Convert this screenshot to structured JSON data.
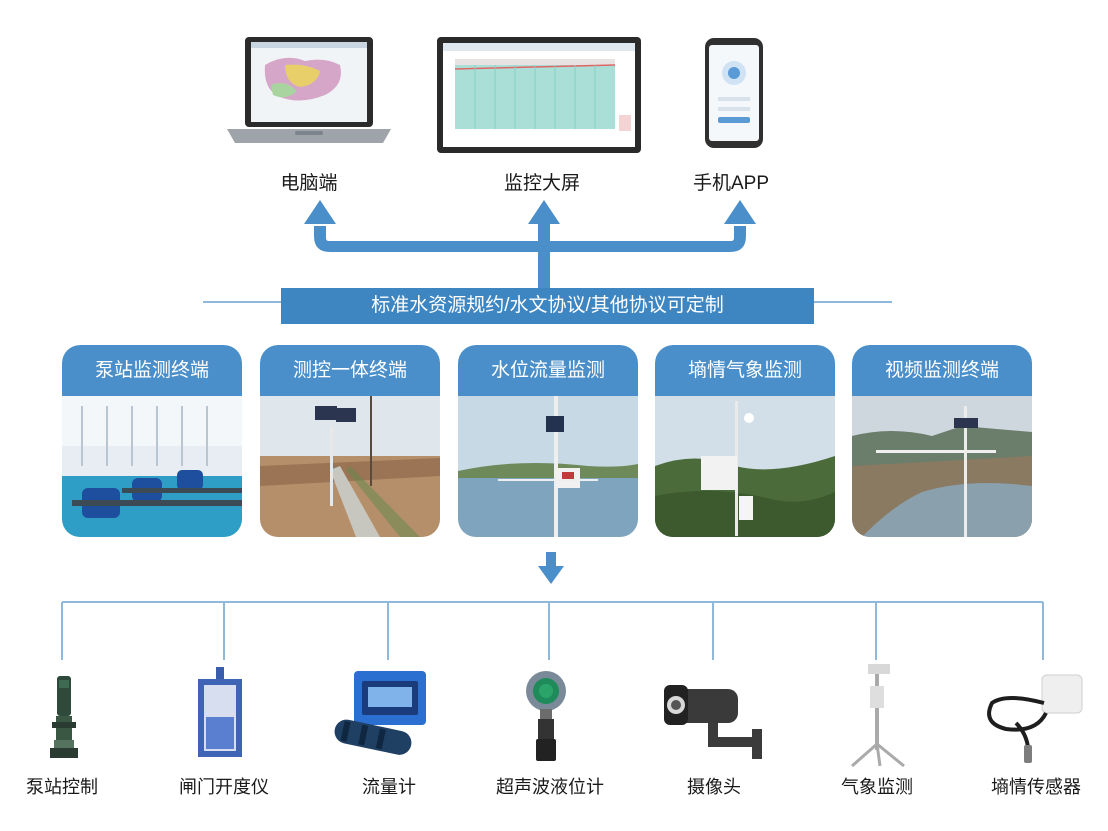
{
  "terminals": [
    {
      "label": "电脑端",
      "icon": "laptop-icon"
    },
    {
      "label": "监控大屏",
      "icon": "monitor-screen-icon"
    },
    {
      "label": "手机APP",
      "icon": "smartphone-icon"
    }
  ],
  "protocol_banner": "标准水资源规约/水文协议/其他协议可定制",
  "cards": [
    {
      "title": "泵站监测终端"
    },
    {
      "title": "测控一体终端"
    },
    {
      "title": "水位流量监测"
    },
    {
      "title": "墒情气象监测"
    },
    {
      "title": "视频监测终端"
    }
  ],
  "devices": [
    {
      "label": "泵站控制",
      "icon": "pump-icon"
    },
    {
      "label": "闸门开度仪",
      "icon": "gate-icon"
    },
    {
      "label": "流量计",
      "icon": "flowmeter-icon"
    },
    {
      "label": "超声波液位计",
      "icon": "ultrasonic-level-icon"
    },
    {
      "label": "摄像头",
      "icon": "camera-icon"
    },
    {
      "label": "气象监测",
      "icon": "weather-station-icon"
    },
    {
      "label": "墒情传感器",
      "icon": "soil-sensor-icon"
    }
  ],
  "colors": {
    "accent": "#3e86c2",
    "card_title": "#4a8fca",
    "line": "#8fb8db"
  }
}
